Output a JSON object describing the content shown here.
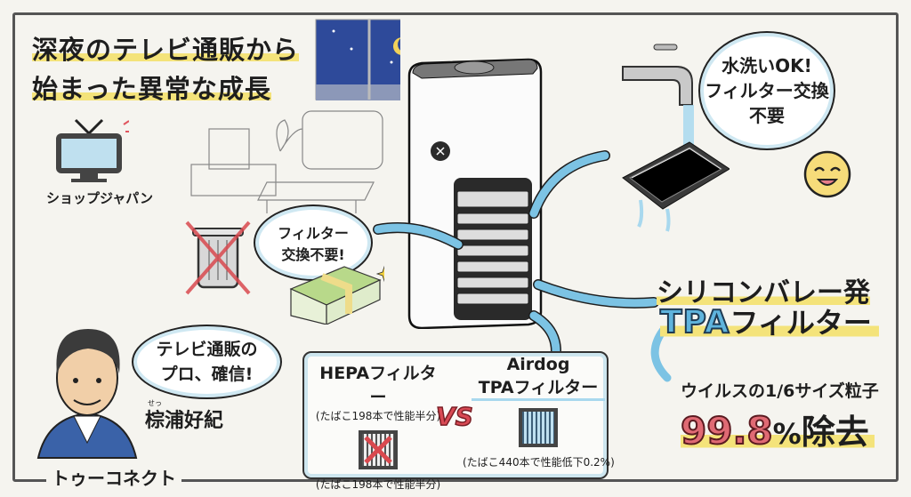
{
  "headline": {
    "line1": "深夜のテレビ通販から",
    "line2": "始まった異常な成長"
  },
  "tv_label": "ショップジャパン",
  "bubble_filter": {
    "line1": "フィルター",
    "line2": "交換不要!"
  },
  "bubble_person": {
    "line1": "テレビ通販の",
    "line2": "プロ、確信!"
  },
  "person": {
    "name": "棕浦好紀",
    "ruby": "せっ",
    "company": "トゥーコネクト"
  },
  "bubble_wash": {
    "line1": "水洗いOK!",
    "line2": "フィルター交換",
    "line3": "不要"
  },
  "comparison": {
    "left": {
      "title": "HEPAフィルター",
      "sub_top": "(たばこ198本で性能半分)",
      "sub_bottom": "(たばこ198本で性能半分)"
    },
    "vs": "VS",
    "right": {
      "title_line1": "Airdog",
      "title_line2": "TPAフィルター",
      "sub_bottom": "(たばこ440本で性能低下0.2%)"
    }
  },
  "feature": {
    "origin": "シリコンバレー発",
    "tpa": "TPA",
    "filter": "フィルター",
    "particle": "ウイルスの1/6サイズ粒子",
    "percent": "99.8",
    "percent_sign": "%",
    "removal": "除去"
  },
  "colors": {
    "accent_blue": "#5fb4dd",
    "accent_red": "#e06a74",
    "highlight": "#f4e37a"
  }
}
